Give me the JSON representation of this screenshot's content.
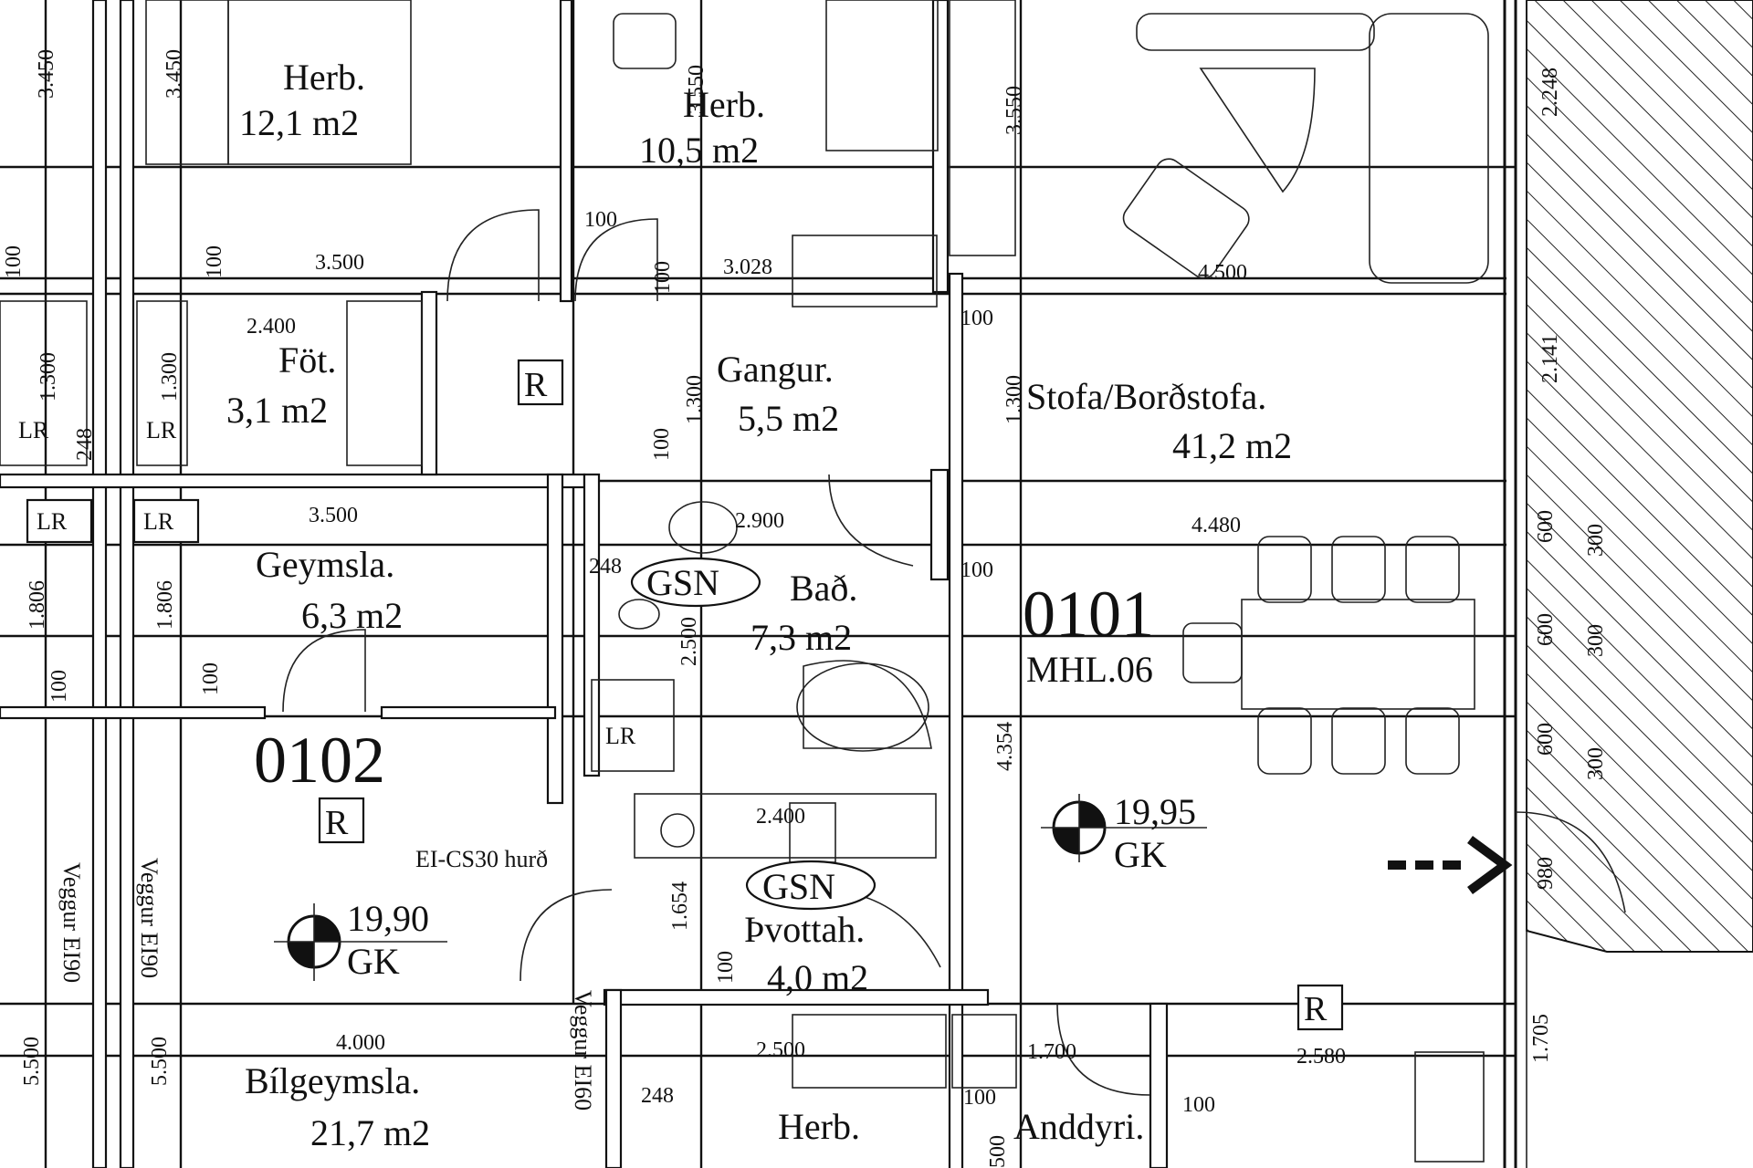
{
  "rooms": {
    "herb_a": {
      "name": "Herb.",
      "area": "12,1 m2"
    },
    "herb_b": {
      "name": "Herb.",
      "area": "10,5 m2"
    },
    "fot": {
      "name": "Föt.",
      "area": "3,1 m2"
    },
    "gangur": {
      "name": "Gangur.",
      "area": "5,5 m2"
    },
    "stofa": {
      "name": "Stofa/Borðstofa.",
      "area": "41,2 m2"
    },
    "geymsla": {
      "name": "Geymsla.",
      "area": "6,3 m2"
    },
    "bad": {
      "name": "Bað.",
      "area": "7,3 m2"
    },
    "thvottah": {
      "name": "Þvottah.",
      "area": "4,0 m2"
    },
    "bilgeymsla": {
      "name": "Bílgeymsla.",
      "area": "21,7 m2"
    },
    "herb_c": {
      "name": "Herb."
    },
    "anddyri": {
      "name": "Anddyri."
    }
  },
  "units": {
    "unit_0101": {
      "number": "0101",
      "code": "MHL.06"
    },
    "unit_0102": {
      "number": "0102"
    }
  },
  "markers": {
    "r": "R",
    "lr": "LR",
    "gsn": "GSN",
    "level_1995": {
      "value": "19,95",
      "type": "GK"
    },
    "level_1990": {
      "value": "19,90",
      "type": "GK"
    }
  },
  "notes": {
    "door_note": "EI-CS30 hurð",
    "wall_a": "Veggur EI90",
    "wall_b": "Veggur EI90",
    "wall_c": "Veggur EI60"
  },
  "dims": {
    "d3450a": "3.450",
    "d3450b": "3.450",
    "d3550a": "3.550",
    "d3550b": "3.550",
    "d2248": "2.248",
    "d3500a": "3.500",
    "d3500b": "3.500",
    "d3028": "3.028",
    "d4500": "4.500",
    "d2400": "2.400",
    "d1300a": "1.300",
    "d1300b": "1.300",
    "d1300c": "1.300",
    "d1300d": "1.300",
    "d2141": "2.141",
    "d2900": "2.900",
    "d248a": "248",
    "d248b": "248",
    "d248c": "248",
    "d4480": "4.480",
    "d1806a": "1.806",
    "d1806b": "1.806",
    "d2500a": "2.500",
    "d2500b": "2.500",
    "d600a": "600",
    "d600b": "600",
    "d600c": "600",
    "d300a": "300",
    "d300b": "300",
    "d300c": "300",
    "d4354": "4.354",
    "d2400b": "2.400",
    "d1654": "1.654",
    "d980": "980",
    "d4000": "4.000",
    "d1700": "1.700",
    "d2580": "2.580",
    "d1705": "1.705",
    "d5500a": "5.500",
    "d5500b": "5.500",
    "d500": "500",
    "d100a": "100",
    "d100b": "100",
    "d100c": "100",
    "d100d": "100",
    "d100e": "100",
    "d100f": "100",
    "d100g": "100",
    "d100h": "100",
    "d100i": "100",
    "d100j": "100",
    "d100k": "100",
    "d100l": "100"
  }
}
